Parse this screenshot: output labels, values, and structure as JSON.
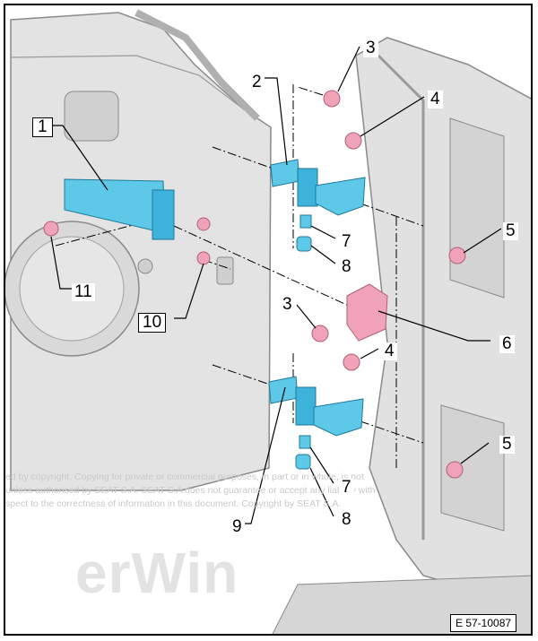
{
  "figure": {
    "reference_code": "E 57-10087",
    "watermark_text": "erWin",
    "copyright_text": "ed by copyright. Copying for private or commercial purposes, in part or in whole, is not\nunless authorised by SEAT S.A. SEAT S.A does not guarantee or accept any liability with\nspect to the correctness of information in this document. Copyright by SEAT S.A.",
    "colors": {
      "part_blue": "#5ec8e8",
      "bolt_pink": "#f0a3b8",
      "body_grey": "#dcdcdc",
      "line": "#000000"
    }
  },
  "callouts": [
    {
      "id": "c1",
      "label": "1"
    },
    {
      "id": "c2",
      "label": "2"
    },
    {
      "id": "c3a",
      "label": "3"
    },
    {
      "id": "c4a",
      "label": "4"
    },
    {
      "id": "c5a",
      "label": "5"
    },
    {
      "id": "c6",
      "label": "6"
    },
    {
      "id": "c7a",
      "label": "7"
    },
    {
      "id": "c8a",
      "label": "8"
    },
    {
      "id": "c3b",
      "label": "3"
    },
    {
      "id": "c4b",
      "label": "4"
    },
    {
      "id": "c10",
      "label": "10"
    },
    {
      "id": "c11",
      "label": "11"
    },
    {
      "id": "c5b",
      "label": "5"
    },
    {
      "id": "c7b",
      "label": "7"
    },
    {
      "id": "c8b",
      "label": "8"
    },
    {
      "id": "c9",
      "label": "9"
    }
  ]
}
